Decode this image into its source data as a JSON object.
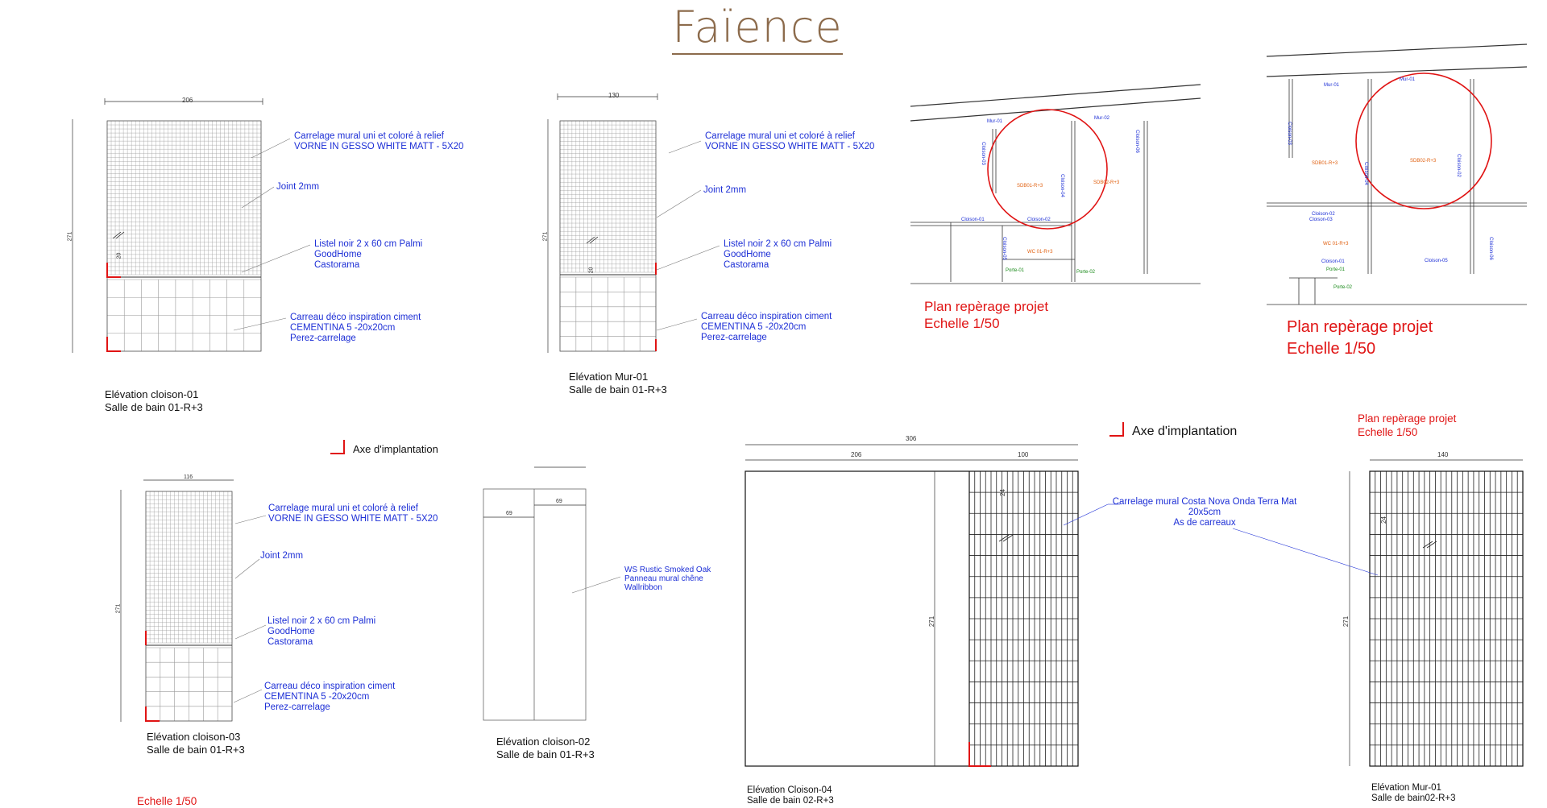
{
  "title": "Faïence",
  "elevations": {
    "cloison01": {
      "dim": "206",
      "height": "271",
      "joint_dim": "20",
      "label1": "Carrelage mural uni et coloré à relief",
      "label2": "VORNE IN GESSO WHITE MATT - 5X20",
      "joint": "Joint 2mm",
      "listel1": "Listel noir 2 x 60 cm Palmi",
      "listel2": "GoodHome",
      "listel3": "Castorama",
      "carreau1": "Carreau déco inspiration ciment",
      "carreau2": "CEMENTINA 5 -20x20cm",
      "carreau3": "Perez-carrelage",
      "caption1": "Elévation cloison-01",
      "caption2": "Salle de bain 01-R+3"
    },
    "mur01": {
      "dim": "130",
      "height": "271",
      "joint_dim": "20",
      "label1": "Carrelage mural uni et coloré à relief",
      "label2": "VORNE IN GESSO WHITE MATT - 5X20",
      "joint": "Joint 2mm",
      "listel1": "Listel noir 2 x 60 cm Palmi",
      "listel2": "GoodHome",
      "listel3": "Castorama",
      "carreau1": "Carreau déco inspiration ciment",
      "carreau2": "CEMENTINA 5 -20x20cm",
      "carreau3": "Perez-carrelage",
      "caption1": "Elévation Mur-01",
      "caption2": "Salle de bain 01-R+3"
    },
    "cloison03": {
      "dim": "116",
      "height": "271",
      "label1": "Carrelage mural uni et coloré à relief",
      "label2": "VORNE IN GESSO WHITE MATT - 5X20",
      "joint": "Joint 2mm",
      "listel1": "Listel noir 2 x 60 cm Palmi",
      "listel2": "GoodHome",
      "listel3": "Castorama",
      "carreau1": "Carreau déco inspiration ciment",
      "carreau2": "CEMENTINA 5 -20x20cm",
      "carreau3": "Perez-carrelage",
      "caption1": "Elévation cloison-03",
      "caption2": "Salle de bain 01-R+3"
    },
    "cloison02": {
      "dim1": "69",
      "dim2": "69",
      "wood1": "WS Rustic Smoked Oak",
      "wood2": "Panneau mural chêne",
      "wood3": "Wallribbon",
      "caption1": "Elévation cloison-02",
      "caption2": "Salle de bain 01-R+3"
    },
    "cloison04": {
      "dim_total": "306",
      "dim_left": "206",
      "dim_right": "100",
      "height": "271",
      "tile_dim": "24",
      "label1": "Carrelage mural Costa Nova Onda Terra Mat",
      "label2": "20x5cm",
      "label3": "As de carreaux",
      "caption1": "Elévation Cloison-04",
      "caption2": "Salle de bain 02-R+3"
    },
    "mur01b": {
      "dim": "140",
      "height": "271",
      "tile_dim": "24",
      "caption1": "Elévation Mur-01",
      "caption2": "Salle de bain02-R+3"
    }
  },
  "plans": {
    "plan1": {
      "title": "Plan repèrage projet",
      "scale": "Echelle 1/50",
      "labels": [
        "Mur-01",
        "Mur-02",
        "Cloison-03",
        "Cloison-04",
        "Cloison-05",
        "Cloison-01",
        "Cloison-02",
        "Cloison-06",
        "SDB01-R+3",
        "SDB02-R+3",
        "WC 01-R+3",
        "Porte-01",
        "Porte-02"
      ]
    },
    "plan2": {
      "title": "Plan repèrage projet",
      "scale": "Echelle 1/50",
      "labels": [
        "Mur-01",
        "Mur-01",
        "Cloison-03",
        "Cloison-02",
        "Cloison-04",
        "Cloison-03",
        "Cloison-02",
        "Cloison-01",
        "Cloison-05",
        "Cloison-06",
        "SDB01-R+3",
        "SDB02-R+3",
        "WC 01-R+3",
        "Porte-01",
        "Porte-02"
      ]
    },
    "plan3": {
      "title": "Plan repèrage projet",
      "scale": "Echelle 1/50"
    }
  },
  "legend": {
    "axe": "Axe d'implantation"
  },
  "scale_bottom": "Echelle 1/50",
  "colors": {
    "title": "#8c6b4c",
    "annotation": "#1d2fd6",
    "axis": "#e01414",
    "plan_room": "#e06010"
  }
}
